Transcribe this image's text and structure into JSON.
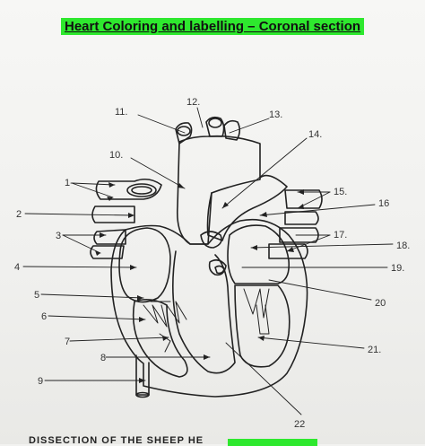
{
  "title": "Heart Coloring and labelling – Coronal section",
  "footer": "DISSECTION OF THE SHEEP HE",
  "labels": {
    "l1": "1-",
    "l2": "2",
    "l3": "3",
    "l4": "4",
    "l5": "5",
    "l6": "6",
    "l7": "7",
    "l8": "8",
    "l9": "9",
    "l10": "10.",
    "l11": "11.",
    "l12": "12.",
    "l13": "13.",
    "l14": "14.",
    "l15": "15.",
    "l16": "16",
    "l17": "17.",
    "l18": "18.",
    "l19": "19.",
    "l20": "20",
    "l21": "21.",
    "l22": "22"
  },
  "colors": {
    "highlight": "#2ee82e",
    "ink": "#222222"
  }
}
